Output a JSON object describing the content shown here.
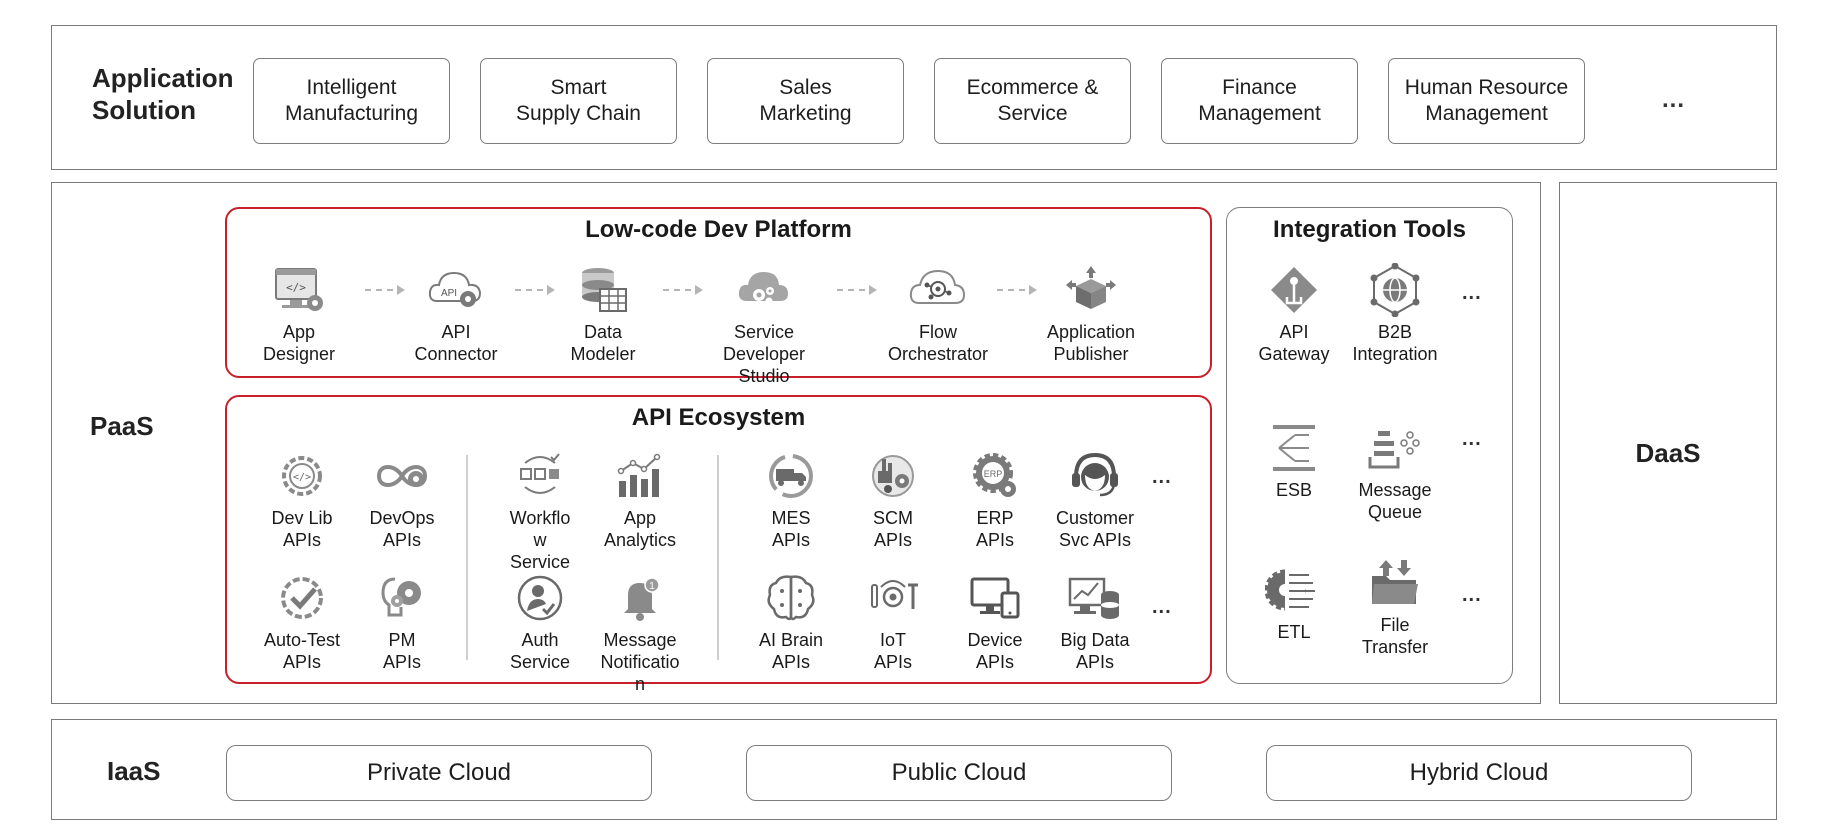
{
  "application": {
    "title_line1": "Application",
    "title_line2": "Solution",
    "solutions": [
      {
        "line1": "Intelligent",
        "line2": "Manufacturing"
      },
      {
        "line1": "Smart",
        "line2": "Supply Chain"
      },
      {
        "line1": "Sales",
        "line2": "Marketing"
      },
      {
        "line1": "Ecommerce &",
        "line2": "Service"
      },
      {
        "line1": "Finance",
        "line2": "Management"
      },
      {
        "line1": "Human Resource",
        "line2": "Management"
      }
    ],
    "more": "..."
  },
  "paas": {
    "title": "PaaS",
    "lowcode": {
      "title": "Low-code Dev Platform",
      "steps": [
        {
          "icon": "app-designer-icon",
          "label": "App\nDesigner"
        },
        {
          "icon": "api-connector-icon",
          "label": "API\nConnector"
        },
        {
          "icon": "data-modeler-icon",
          "label": "Data\nModeler"
        },
        {
          "icon": "service-developer-studio-icon",
          "label": "Service\nDeveloper\nStudio"
        },
        {
          "icon": "flow-orchestrator-icon",
          "label": "Flow\nOrchestrator"
        },
        {
          "icon": "application-publisher-icon",
          "label": "Application\nPublisher"
        }
      ]
    },
    "api_ecosystem": {
      "title": "API Ecosystem",
      "group1": [
        {
          "icon": "dev-lib-icon",
          "label": "Dev Lib\nAPIs"
        },
        {
          "icon": "devops-icon",
          "label": "DevOps\nAPIs"
        },
        {
          "icon": "auto-test-icon",
          "label": "Auto-Test\nAPIs"
        },
        {
          "icon": "pm-icon",
          "label": "PM\nAPIs"
        }
      ],
      "group2": [
        {
          "icon": "workflow-icon",
          "label": "Workflo\nw\nService"
        },
        {
          "icon": "app-analytics-icon",
          "label": "App\nAnalytics"
        },
        {
          "icon": "auth-service-icon",
          "label": "Auth\nService"
        },
        {
          "icon": "message-notification-icon",
          "label": "Message\nNotificatio\nn"
        }
      ],
      "group3": [
        {
          "icon": "mes-icon",
          "label": "MES\nAPIs"
        },
        {
          "icon": "scm-icon",
          "label": "SCM\nAPIs"
        },
        {
          "icon": "erp-icon",
          "label": "ERP\nAPIs"
        },
        {
          "icon": "customer-svc-icon",
          "label": "Customer\nSvc APIs"
        },
        {
          "icon": "ai-brain-icon",
          "label": "AI Brain\nAPIs"
        },
        {
          "icon": "iot-icon",
          "label": "IoT\nAPIs"
        },
        {
          "icon": "device-icon",
          "label": "Device\nAPIs"
        },
        {
          "icon": "big-data-icon",
          "label": "Big Data\nAPIs"
        }
      ],
      "more": "..."
    },
    "integration": {
      "title": "Integration Tools",
      "items": [
        {
          "icon": "api-gateway-icon",
          "label": "API\nGateway"
        },
        {
          "icon": "b2b-integration-icon",
          "label": "B2B\nIntegration"
        },
        {
          "icon": "esb-icon",
          "label": "ESB"
        },
        {
          "icon": "message-queue-icon",
          "label": "Message\nQueue"
        },
        {
          "icon": "etl-icon",
          "label": "ETL"
        },
        {
          "icon": "file-transfer-icon",
          "label": "File\nTransfer"
        }
      ],
      "more": "..."
    }
  },
  "daas": {
    "title": "DaaS"
  },
  "iaas": {
    "title": "IaaS",
    "clouds": [
      "Private Cloud",
      "Public Cloud",
      "Hybrid Cloud"
    ]
  },
  "colors": {
    "accent_red": "#c8202a",
    "icon_gray": "#8a8a8a",
    "border_gray": "#7a7a7a"
  }
}
